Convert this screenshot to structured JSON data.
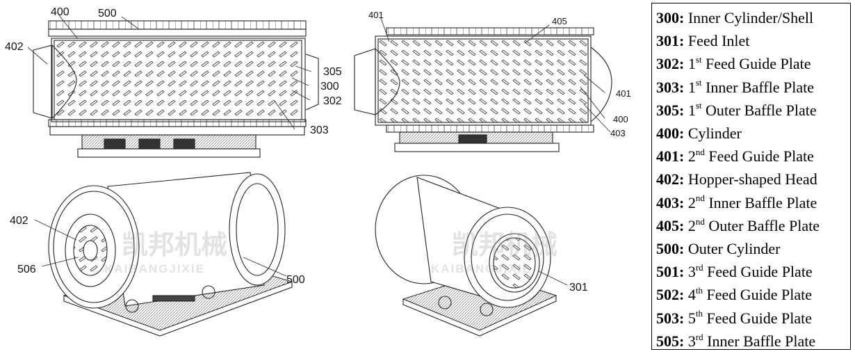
{
  "figure": {
    "callouts": {
      "tl": [
        "400",
        "500",
        "402",
        "305",
        "300",
        "302",
        "303"
      ],
      "tr": [
        "401",
        "405",
        "401",
        "400",
        "403"
      ],
      "bl": [
        "402",
        "506",
        "500"
      ],
      "br": [
        "301"
      ]
    },
    "watermark": {
      "cn": "凯邦机械",
      "en": "KAIBANGJIXIE"
    }
  },
  "legend": [
    {
      "code": "300:",
      "pre": "Inner Cylinder/Shell",
      "sup": "",
      "post": ""
    },
    {
      "code": "301:",
      "pre": "Feed Inlet",
      "sup": "",
      "post": ""
    },
    {
      "code": "302:",
      "pre": "1",
      "sup": "st",
      "post": " Feed Guide Plate"
    },
    {
      "code": "303:",
      "pre": "1",
      "sup": "st",
      "post": " Inner Baffle Plate"
    },
    {
      "code": "305:",
      "pre": "1",
      "sup": "st",
      "post": " Outer Baffle Plate"
    },
    {
      "code": "400:",
      "pre": "Cylinder",
      "sup": "",
      "post": ""
    },
    {
      "code": "401:",
      "pre": "2",
      "sup": "nd",
      "post": " Feed Guide Plate"
    },
    {
      "code": "402:",
      "pre": "Hopper-shaped Head",
      "sup": "",
      "post": ""
    },
    {
      "code": "403:",
      "pre": "2",
      "sup": "nd",
      "post": " Inner Baffle Plate"
    },
    {
      "code": "405:",
      "pre": "2",
      "sup": "nd",
      "post": " Outer Baffle Plate"
    },
    {
      "code": "500:",
      "pre": "Outer Cylinder",
      "sup": "",
      "post": ""
    },
    {
      "code": "501:",
      "pre": "3",
      "sup": "rd",
      "post": " Feed Guide Plate"
    },
    {
      "code": "502:",
      "pre": "4",
      "sup": "th",
      "post": " Feed Guide Plate"
    },
    {
      "code": "503:",
      "pre": "5",
      "sup": "th",
      "post": " Feed Guide Plate"
    },
    {
      "code": "505:",
      "pre": "3",
      "sup": "rd",
      "post": " Inner Baffle Plate"
    }
  ]
}
